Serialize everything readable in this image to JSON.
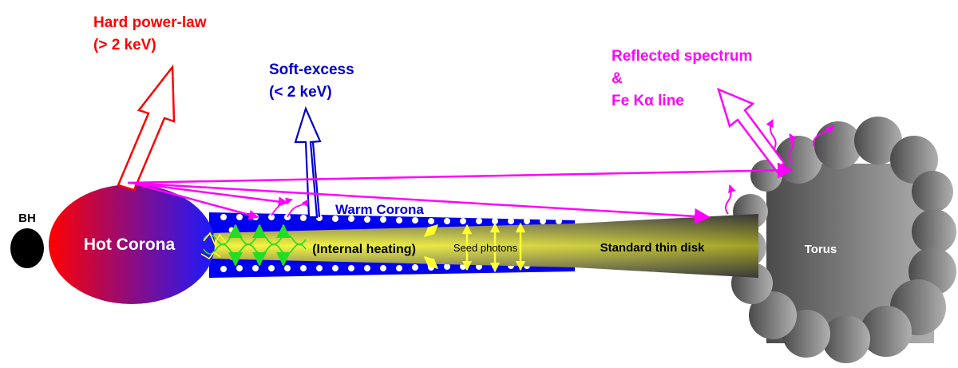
{
  "labels": {
    "bh": "BH",
    "hot_corona": "Hot Corona",
    "warm_corona": "Warm Corona",
    "internal_heating": "(Internal heating)",
    "seed_photons": "Seed photons",
    "standard_disk": "Standard thin disk",
    "torus": "Torus",
    "hard_line1": "Hard power-law",
    "hard_line2": "(> 2 keV)",
    "soft_line1": "Soft-excess",
    "soft_line2": "(< 2 keV)",
    "reflected_line1": "Reflected spectrum",
    "reflected_line2": "&",
    "reflected_line3": "Fe Kα line"
  },
  "colors": {
    "hard": "#ff0000",
    "soft": "#0000cc",
    "reflected": "#ff00ff",
    "warm_corona_fill": "#0000ee",
    "disk_core": "#f2f23a",
    "torus_light": "#9a9a9a",
    "torus_dark": "#555555",
    "seed_arrow": "#ffff33",
    "green_arrow": "#22dd22"
  }
}
